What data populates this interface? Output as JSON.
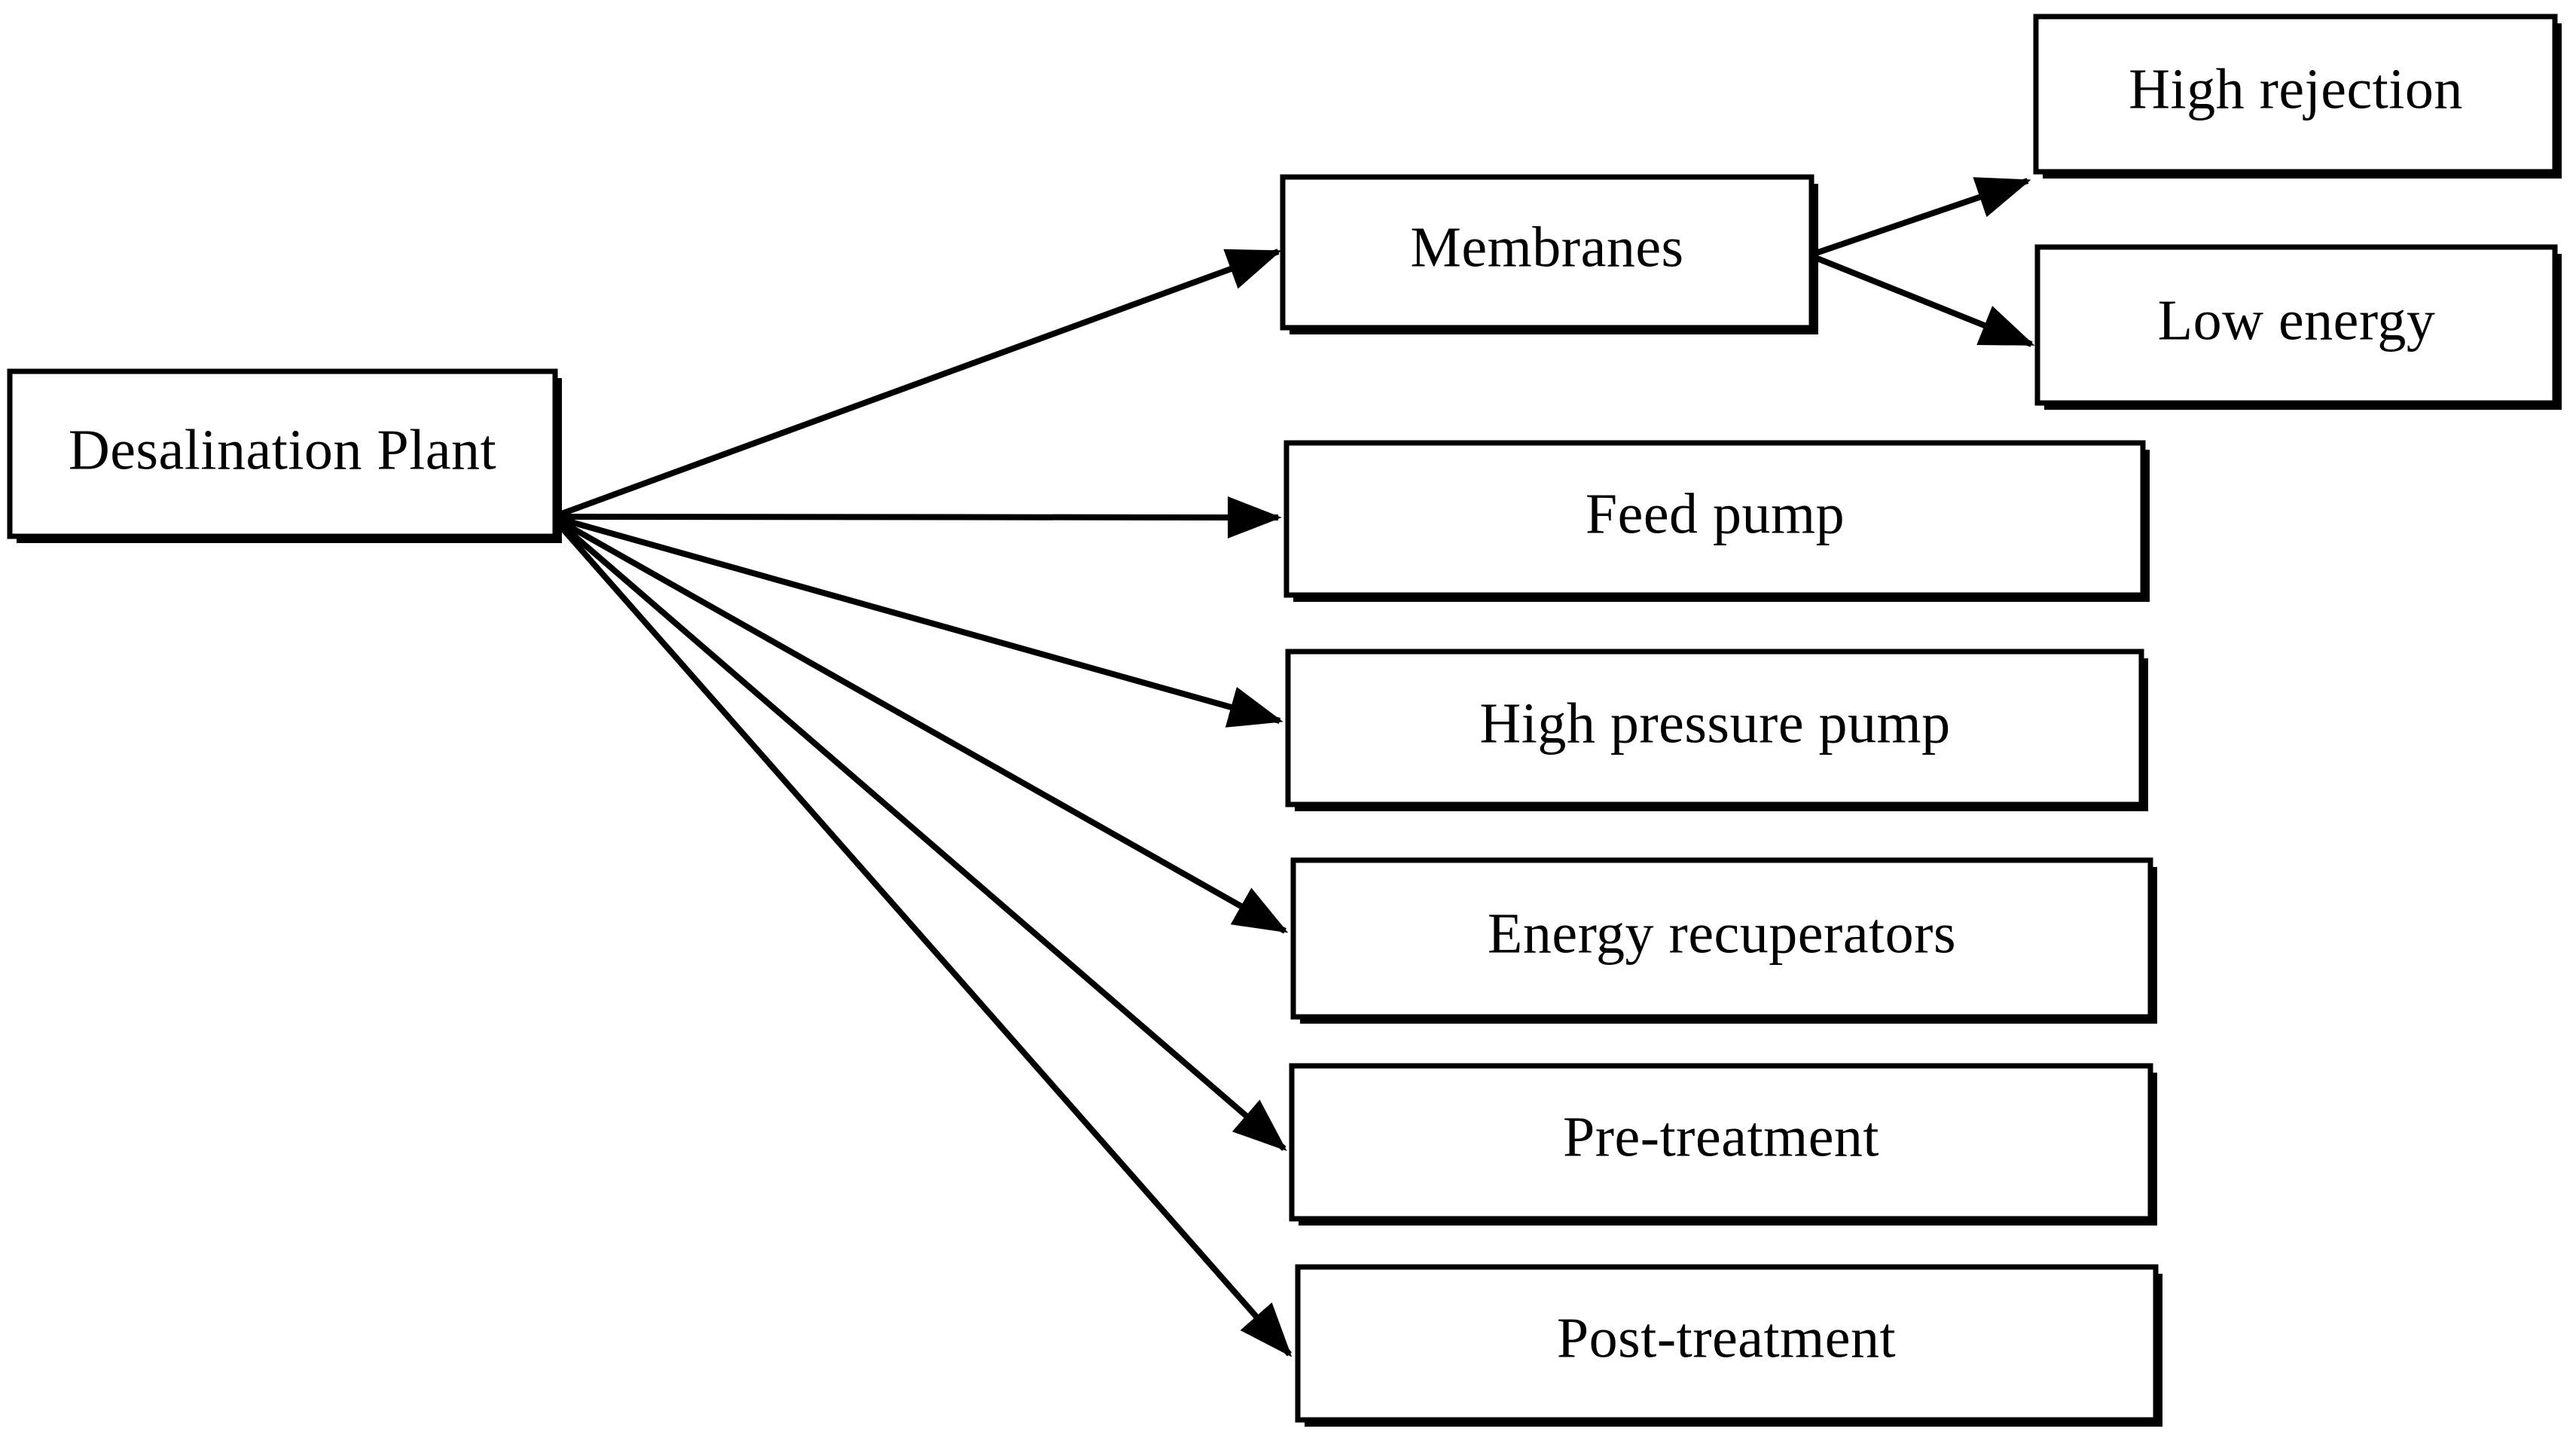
{
  "diagram": {
    "type": "tree-flowchart",
    "background_color": "#ffffff",
    "line_color": "#000000",
    "text_color": "#000000",
    "root": {
      "id": "desalination-plant",
      "label": "Desalination Plant"
    },
    "nodes": [
      {
        "id": "membranes",
        "label": "Membranes",
        "level": 2,
        "parent": "desalination-plant"
      },
      {
        "id": "feed-pump",
        "label": "Feed pump",
        "level": 2,
        "parent": "desalination-plant"
      },
      {
        "id": "high-pressure-pump",
        "label": "High pressure pump",
        "level": 2,
        "parent": "desalination-plant"
      },
      {
        "id": "energy-recuperators",
        "label": "Energy recuperators",
        "level": 2,
        "parent": "desalination-plant"
      },
      {
        "id": "pre-treatment",
        "label": "Pre-treatment",
        "level": 2,
        "parent": "desalination-plant"
      },
      {
        "id": "post-treatment",
        "label": "Post-treatment",
        "level": 2,
        "parent": "desalination-plant"
      },
      {
        "id": "high-rejection",
        "label": "High rejection",
        "level": 3,
        "parent": "membranes"
      },
      {
        "id": "low-energy",
        "label": "Low energy",
        "level": 3,
        "parent": "membranes"
      }
    ],
    "labels": {
      "root": "Desalination Plant",
      "membranes": "Membranes",
      "feed_pump": "Feed pump",
      "high_pressure_pump": "High pressure pump",
      "energy_recuperators": "Energy recuperators",
      "pre_treatment": "Pre-treatment",
      "post_treatment": "Post-treatment",
      "high_rejection": "High rejection",
      "low_energy": "Low energy"
    },
    "edges": [
      {
        "from": "desalination-plant",
        "to": "membranes",
        "arrow": "arrowhead-icon"
      },
      {
        "from": "desalination-plant",
        "to": "feed-pump",
        "arrow": "arrowhead-icon"
      },
      {
        "from": "desalination-plant",
        "to": "high-pressure-pump",
        "arrow": "arrowhead-icon"
      },
      {
        "from": "desalination-plant",
        "to": "energy-recuperators",
        "arrow": "arrowhead-icon"
      },
      {
        "from": "desalination-plant",
        "to": "pre-treatment",
        "arrow": "arrowhead-icon"
      },
      {
        "from": "desalination-plant",
        "to": "post-treatment",
        "arrow": "arrowhead-icon"
      },
      {
        "from": "membranes",
        "to": "high-rejection",
        "arrow": "arrowhead-icon"
      },
      {
        "from": "membranes",
        "to": "low-energy",
        "arrow": "arrowhead-icon"
      }
    ]
  }
}
